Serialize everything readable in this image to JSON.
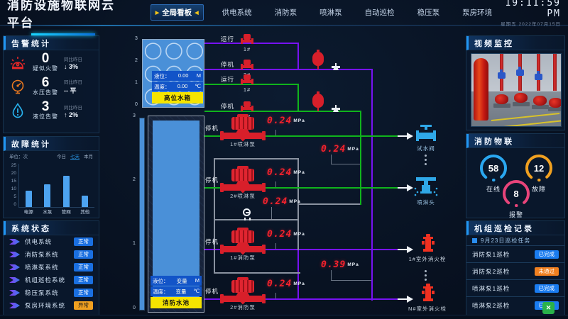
{
  "header": {
    "title": "消防设施物联网云平台",
    "marker_left": "▶",
    "marker_right": "◀",
    "nav": [
      {
        "label": "全局看板",
        "active": true
      },
      {
        "label": "供电系统",
        "active": false
      },
      {
        "label": "消防泵",
        "active": false
      },
      {
        "label": "喷淋泵",
        "active": false
      },
      {
        "label": "自动巡检",
        "active": false
      },
      {
        "label": "稳压泵",
        "active": false
      },
      {
        "label": "泵房环境",
        "active": false
      }
    ],
    "clock": {
      "time": "19:11:59 PM",
      "date": "星期五  2022年07月15日"
    }
  },
  "alarm_stats": {
    "title": "告警统计",
    "compare_label": "同比昨日",
    "items": [
      {
        "icon": "fire-alarm-icon",
        "value": "0",
        "label": "疑似火警",
        "trend": "↓ 3%"
      },
      {
        "icon": "water-pressure-icon",
        "value": "6",
        "label": "水压告警",
        "trend": "-- 平"
      },
      {
        "icon": "water-level-icon",
        "value": "3",
        "label": "液位告警",
        "trend": "↑ 2%"
      }
    ]
  },
  "fault_stats": {
    "title": "故障统计",
    "unit_label": "单位：次",
    "tabs": [
      {
        "label": "今日",
        "active": false
      },
      {
        "label": "七天",
        "active": true
      },
      {
        "label": "本月",
        "active": false
      }
    ],
    "chart_data": {
      "type": "bar",
      "categories": [
        "电源",
        "水泵",
        "管网",
        "其他"
      ],
      "values": [
        10,
        14,
        19,
        7
      ],
      "title": "故障统计",
      "xlabel": "",
      "ylabel": "次",
      "ylim": [
        0,
        25
      ],
      "yticks": [
        0,
        5,
        10,
        15,
        20,
        25
      ],
      "bar_color": "#4da3f0",
      "grid": false,
      "legend": "none"
    }
  },
  "system_status": {
    "title": "系统状态",
    "items": [
      {
        "label": "供电系统",
        "status": "正常",
        "state": "normal"
      },
      {
        "label": "消防泵系统",
        "status": "正常",
        "state": "normal"
      },
      {
        "label": "喷淋泵系统",
        "status": "正常",
        "state": "normal"
      },
      {
        "label": "机组巡检系统",
        "status": "正常",
        "state": "normal"
      },
      {
        "label": "稳压泵系统",
        "status": "正常",
        "state": "normal"
      },
      {
        "label": "泵房环境系统",
        "status": "异常",
        "state": "abnormal"
      }
    ]
  },
  "video": {
    "title": "视频监控"
  },
  "iot": {
    "title": "消防物联",
    "gauges": [
      {
        "value": "58",
        "label": "在线",
        "color": "#2aa7f0"
      },
      {
        "value": "12",
        "label": "故障",
        "color": "#f0a020"
      },
      {
        "value": "8",
        "label": "报警",
        "color": "#e8447a"
      }
    ]
  },
  "inspection": {
    "title": "机组巡检记录",
    "task_label": "9月23日巡检任务",
    "rows": [
      {
        "label": "消防泵1巡检",
        "status": "已完成",
        "state": "done"
      },
      {
        "label": "消防泵2巡检",
        "status": "未通过",
        "state": "failed"
      },
      {
        "label": "喷淋泵1巡检",
        "status": "已完成",
        "state": "done"
      },
      {
        "label": "喷淋泵2巡检",
        "status": "已完成",
        "state": "done"
      }
    ]
  },
  "fab": {
    "glyph": "✕"
  },
  "diagram": {
    "high_tank": {
      "name": "高位水箱",
      "scale": [
        "3",
        "2",
        "1",
        "0"
      ],
      "rows": [
        {
          "label": "液位：",
          "value": "0.00",
          "unit": "M"
        },
        {
          "label": "温度：",
          "value": "0.00",
          "unit": "℃"
        }
      ]
    },
    "pool": {
      "name": "消防水池",
      "scale": [
        "3",
        "2",
        "1",
        "0"
      ],
      "rows": [
        {
          "label": "液位：",
          "value": "变量",
          "unit": "M"
        },
        {
          "label": "温度：",
          "value": "变量",
          "unit": "℃"
        }
      ]
    },
    "branches": [
      {
        "state": "运行",
        "num": "1#"
      },
      {
        "state": "停机",
        "num": "2#"
      },
      {
        "state": "运行",
        "num": "1#"
      },
      {
        "state": "停机",
        "num": "2#"
      }
    ],
    "pumps": [
      {
        "state": "停机",
        "name": "1#喷淋泵",
        "value": "0.24",
        "unit": "MPa"
      },
      {
        "state": "停机",
        "name": "2#喷淋泵",
        "value": "0.24",
        "unit": "MPa"
      },
      {
        "state": "停机",
        "name": "1#消防泵",
        "value": "0.24",
        "unit": "MPa"
      },
      {
        "state": "停机",
        "name": "2#消防泵",
        "value": "0.24",
        "unit": "MPa"
      }
    ],
    "readouts": [
      {
        "value": "0.24",
        "unit": "MPa"
      },
      {
        "value": "0.24",
        "unit": "MPa"
      },
      {
        "value": "0.39",
        "unit": "MPa"
      }
    ],
    "outlets": [
      {
        "name": "试水阀"
      },
      {
        "name": "喷淋头"
      },
      {
        "name": "1#室外消火栓"
      },
      {
        "name": "N#室外消火栓"
      }
    ]
  }
}
